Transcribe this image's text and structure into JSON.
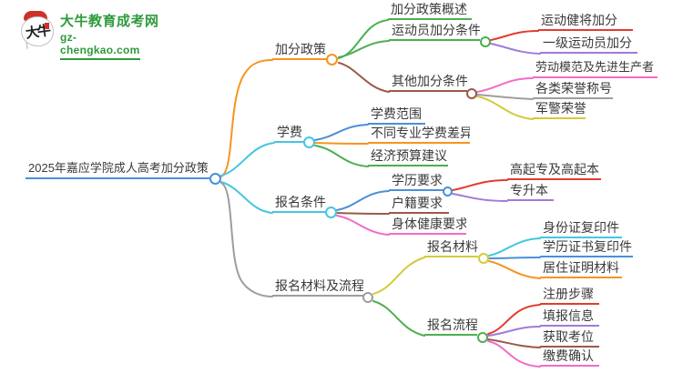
{
  "logo": {
    "title": "大牛教育成考网",
    "domain": "gz-chengkao.com",
    "icon": "bull-speech-bubble-icon",
    "icon_text": "大牛",
    "green": "#2e9a3c",
    "red": "#cf3128"
  },
  "mindmap": {
    "root": {
      "label": "2025年嘉应学院成人高考加分政策",
      "color": "#4a90d9"
    },
    "branches": [
      {
        "label": "加分政策",
        "color": "#f7941e",
        "children": [
          {
            "label": "加分政策概述",
            "color": "#4caf50"
          },
          {
            "label": "运动员加分条件",
            "color": "#4caf50",
            "children": [
              {
                "label": "运动健将加分",
                "color": "#e23c2e"
              },
              {
                "label": "一级运动员加分",
                "color": "#a07bd8"
              }
            ]
          },
          {
            "label": "其他加分条件",
            "color": "#9a5a48",
            "children": [
              {
                "label": "劳动模范及先进生产者",
                "color": "#f06cc8"
              },
              {
                "label": "各类荣誉称号",
                "color": "#9e9e9e"
              },
              {
                "label": "军警荣誉",
                "color": "#d4ca3a"
              }
            ]
          }
        ]
      },
      {
        "label": "学费",
        "color": "#45c6e2",
        "children": [
          {
            "label": "学费范围",
            "color": "#4a90d9"
          },
          {
            "label": "不同专业学费差异",
            "color": "#f7941e"
          },
          {
            "label": "经济预算建议",
            "color": "#4caf50"
          }
        ]
      },
      {
        "label": "报名条件",
        "color": "#45c6e2",
        "children": [
          {
            "label": "学历要求",
            "color": "#4a90d9",
            "children": [
              {
                "label": "高起专及高起本",
                "color": "#e23c2e"
              },
              {
                "label": "专升本",
                "color": "#a07bd8"
              }
            ]
          },
          {
            "label": "户籍要求",
            "color": "#9a5a48"
          },
          {
            "label": "身体健康要求",
            "color": "#f06cc8"
          }
        ]
      },
      {
        "label": "报名材料及流程",
        "color": "#9e9e9e",
        "children": [
          {
            "label": "报名材料",
            "color": "#d4ca3a",
            "children": [
              {
                "label": "身份证复印件",
                "color": "#45c6e2"
              },
              {
                "label": "学历证书复印件",
                "color": "#4a90d9"
              },
              {
                "label": "居住证明材料",
                "color": "#f7941e"
              }
            ]
          },
          {
            "label": "报名流程",
            "color": "#4caf50",
            "children": [
              {
                "label": "注册步骤",
                "color": "#e23c2e"
              },
              {
                "label": "填报信息",
                "color": "#a07bd8"
              },
              {
                "label": "获取考位",
                "color": "#9a5a48"
              },
              {
                "label": "缴费确认",
                "color": "#f06cc8"
              }
            ]
          }
        ]
      }
    ]
  }
}
